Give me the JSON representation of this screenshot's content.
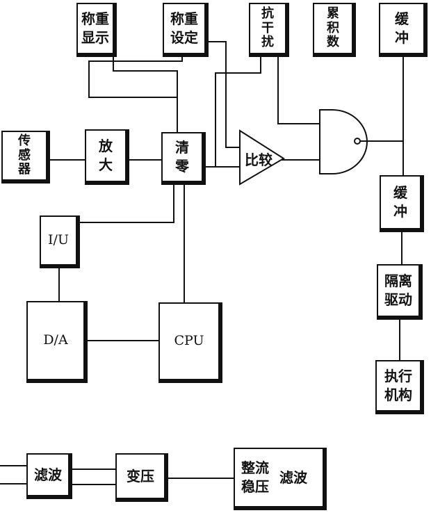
{
  "blocks": {
    "weigh_display": "称重\n显示",
    "weigh_setting": "称重\n设定",
    "anti_interference": "抗\n干\n扰",
    "counter": "累\n积\n数",
    "buffer_top": "缓\n冲",
    "sensor": "传\n感\n器",
    "amplifier": "放\n大",
    "clear": "清\n零",
    "comparator": "比较",
    "buffer_mid": "缓\n冲",
    "iu": "I/U",
    "isolation_drive": "隔离\n驱动",
    "da": "D/A",
    "cpu": "CPU",
    "actuator": "执行\n机构",
    "filter_left": "滤波",
    "transformer": "变压",
    "rectify_regulate": "整流\n稳压",
    "filter_right": "滤波"
  }
}
